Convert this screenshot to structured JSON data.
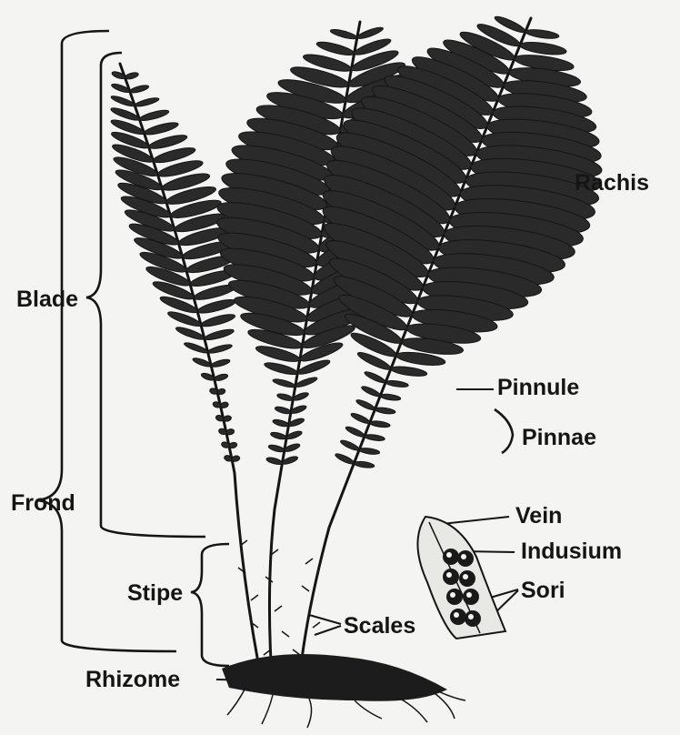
{
  "labels": {
    "rachis": "Rachis",
    "blade": "Blade",
    "pinnule": "Pinnule",
    "pinnae": "Pinnae",
    "frond": "Frond",
    "vein": "Vein",
    "indusium": "Indusium",
    "sori": "Sori",
    "stipe": "Stipe",
    "scales": "Scales",
    "rhizome": "Rhizome"
  },
  "colors": {
    "background": "#f4f4f2",
    "ink": "#151515"
  }
}
